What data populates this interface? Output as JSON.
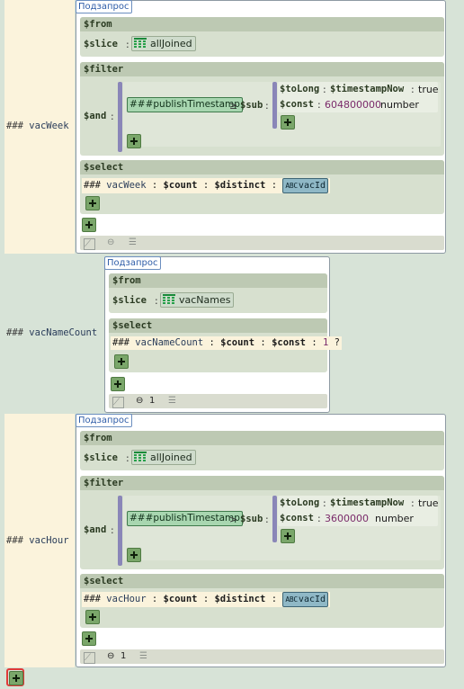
{
  "subquery_tag": "Подзапрос",
  "hash": "###",
  "rows": [
    {
      "name": "vacWeek",
      "from_kw": "$from",
      "slice_kw": "$slice",
      "slice_table": "allJoined",
      "filter_kw": "$filter",
      "and_kw": "$and",
      "field": "###publishTimestamp",
      "op": "≥",
      "sub_kw": "$sub",
      "toLong_kw": "$toLong",
      "timestampNow_kw": "$timestampNow",
      "toLong_val": "true",
      "const_kw": "$const",
      "const_val": "604800000",
      "const_type": "number",
      "select_kw": "$select",
      "sel_name": "vacWeek",
      "count_kw": "$count",
      "distinct_kw": "$distinct",
      "abc_tag": "ABC",
      "abc_field": "vacId"
    },
    {
      "name": "vacNameCount",
      "from_kw": "$from",
      "slice_kw": "$slice",
      "slice_table": "vacNames",
      "select_kw": "$select",
      "sel_name": "vacNameCount",
      "count_kw": "$count",
      "const_kw": "$const",
      "const_val": "1",
      "const_type": "?",
      "footer_count": "1"
    },
    {
      "name": "vacHour",
      "from_kw": "$from",
      "slice_kw": "$slice",
      "slice_table": "allJoined",
      "filter_kw": "$filter",
      "and_kw": "$and",
      "field": "###publishTimestamp",
      "op": ">",
      "sub_kw": "$sub",
      "toLong_kw": "$toLong",
      "timestampNow_kw": "$timestampNow",
      "toLong_val": "true",
      "const_kw": "$const",
      "const_val": "3600000",
      "const_type": "number",
      "select_kw": "$select",
      "sel_name": "vacHour",
      "count_kw": "$count",
      "distinct_kw": "$distinct",
      "abc_tag": "ABC",
      "abc_field": "vacId",
      "footer_count": "1"
    }
  ],
  "colon": ":"
}
